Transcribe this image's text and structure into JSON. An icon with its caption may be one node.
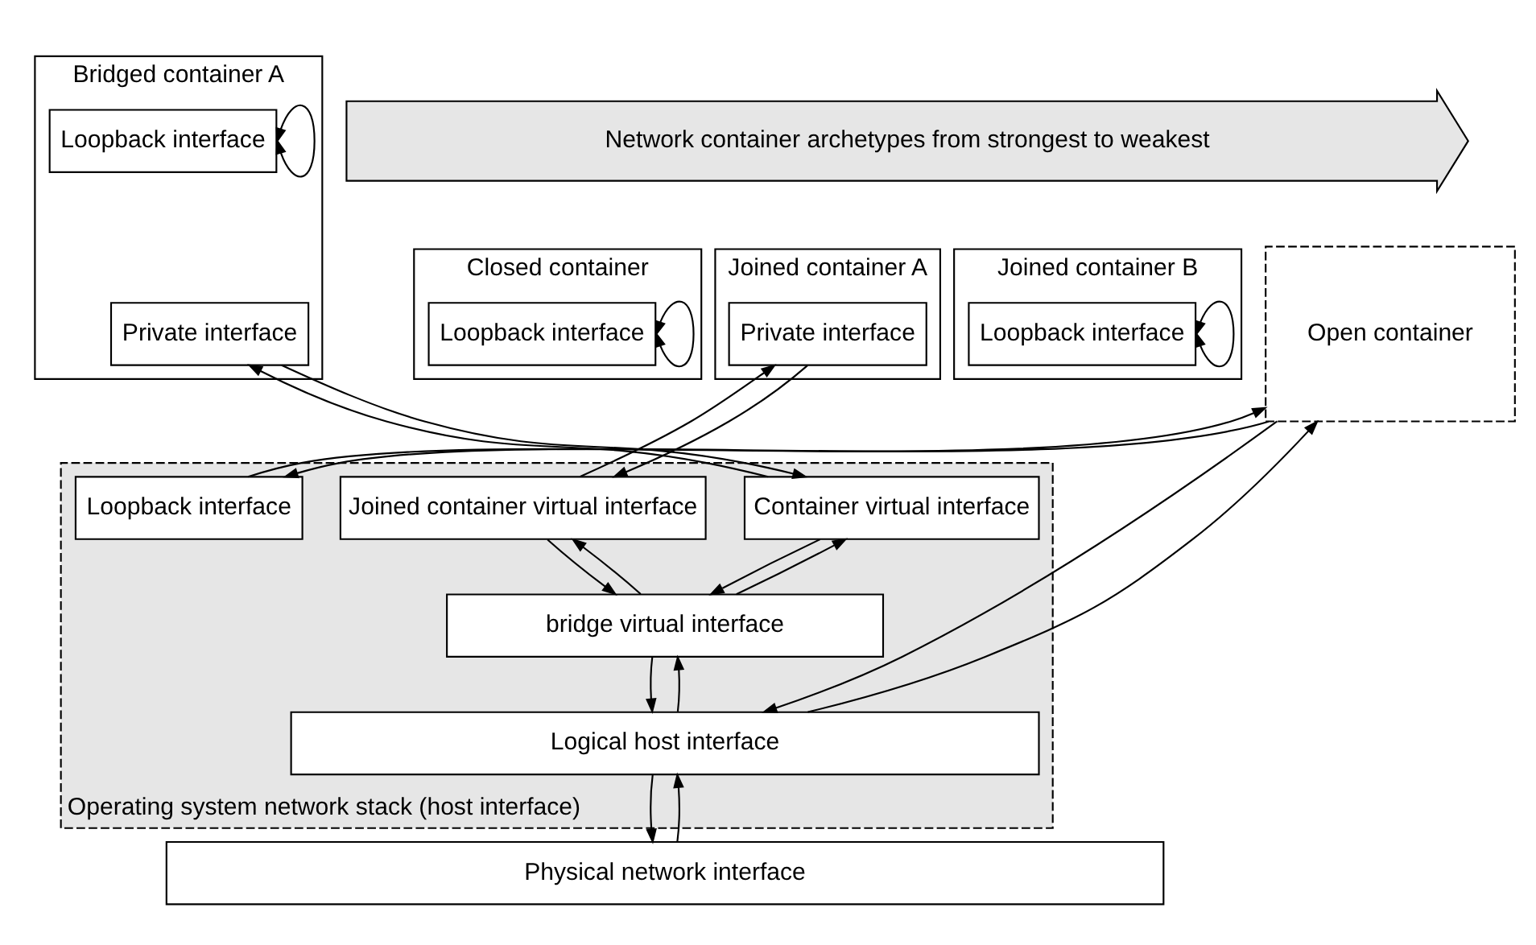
{
  "diagram": {
    "nodes": [
      {
        "text": [
          "Network container archetypes from strongest to weakest"
        ]
      },
      {
        "text": [
          "Closed container"
        ]
      },
      {
        "text": [
          "Loopback interface"
        ],
        "in": 1
      },
      {
        "text": [
          "Bridged container A"
        ]
      },
      {
        "text": [
          "Private interface"
        ],
        "in": 3
      },
      {
        "text": [
          "Loopback interface"
        ],
        "in": 3
      },
      {
        "text": [
          "Joined container A"
        ]
      },
      {
        "text": [
          "Private interface"
        ],
        "in": 6
      },
      {
        "text": [
          "Joined container B"
        ]
      },
      {
        "text": [
          "Loopback interface"
        ],
        "in": 8
      },
      {
        "text": [
          "Open container"
        ]
      },
      {
        "text": [
          "Operating system network stack (host interface)"
        ]
      },
      {
        "text": [
          "Container virtual interface"
        ],
        "in": 11
      },
      {
        "text": [
          "Joined container virtual interface"
        ],
        "in": 11
      },
      {
        "text": [
          "bridge virtual interface"
        ],
        "in": 11
      },
      {
        "text": [
          "Logical host interface"
        ],
        "in": 11
      },
      {
        "text": [
          "Loopback interface"
        ],
        "in": 11
      },
      {
        "text": [
          "Physical network interface"
        ]
      }
    ],
    "edges": [
      {
        "from": 2,
        "to": 2,
        "arrow": "both"
      },
      {
        "from": 5,
        "to": 5,
        "arrow": "both"
      },
      {
        "from": 9,
        "to": 9,
        "arrow": "both"
      },
      {
        "from": 4,
        "to": 12,
        "arrow": "to"
      },
      {
        "from": 12,
        "to": 4,
        "arrow": "to"
      },
      {
        "from": 7,
        "to": 13,
        "arrow": "to"
      },
      {
        "from": 13,
        "to": 7,
        "arrow": "to"
      },
      {
        "from": 12,
        "to": 14,
        "arrow": "to"
      },
      {
        "from": 14,
        "to": 12,
        "arrow": "to"
      },
      {
        "from": 13,
        "to": 14,
        "arrow": "to"
      },
      {
        "from": 14,
        "to": 13,
        "arrow": "to"
      },
      {
        "from": 14,
        "to": 15,
        "arrow": "to"
      },
      {
        "from": 15,
        "to": 14,
        "arrow": "to"
      },
      {
        "from": 10,
        "to": 15,
        "arrow": "to"
      },
      {
        "from": 15,
        "to": 10,
        "arrow": "to"
      },
      {
        "from": 10,
        "to": 16,
        "arrow": "to"
      },
      {
        "from": 16,
        "to": 10,
        "arrow": "to"
      },
      {
        "from": 15,
        "to": 17,
        "arrow": "to"
      },
      {
        "from": 17,
        "to": 15,
        "arrow": "to"
      }
    ]
  }
}
